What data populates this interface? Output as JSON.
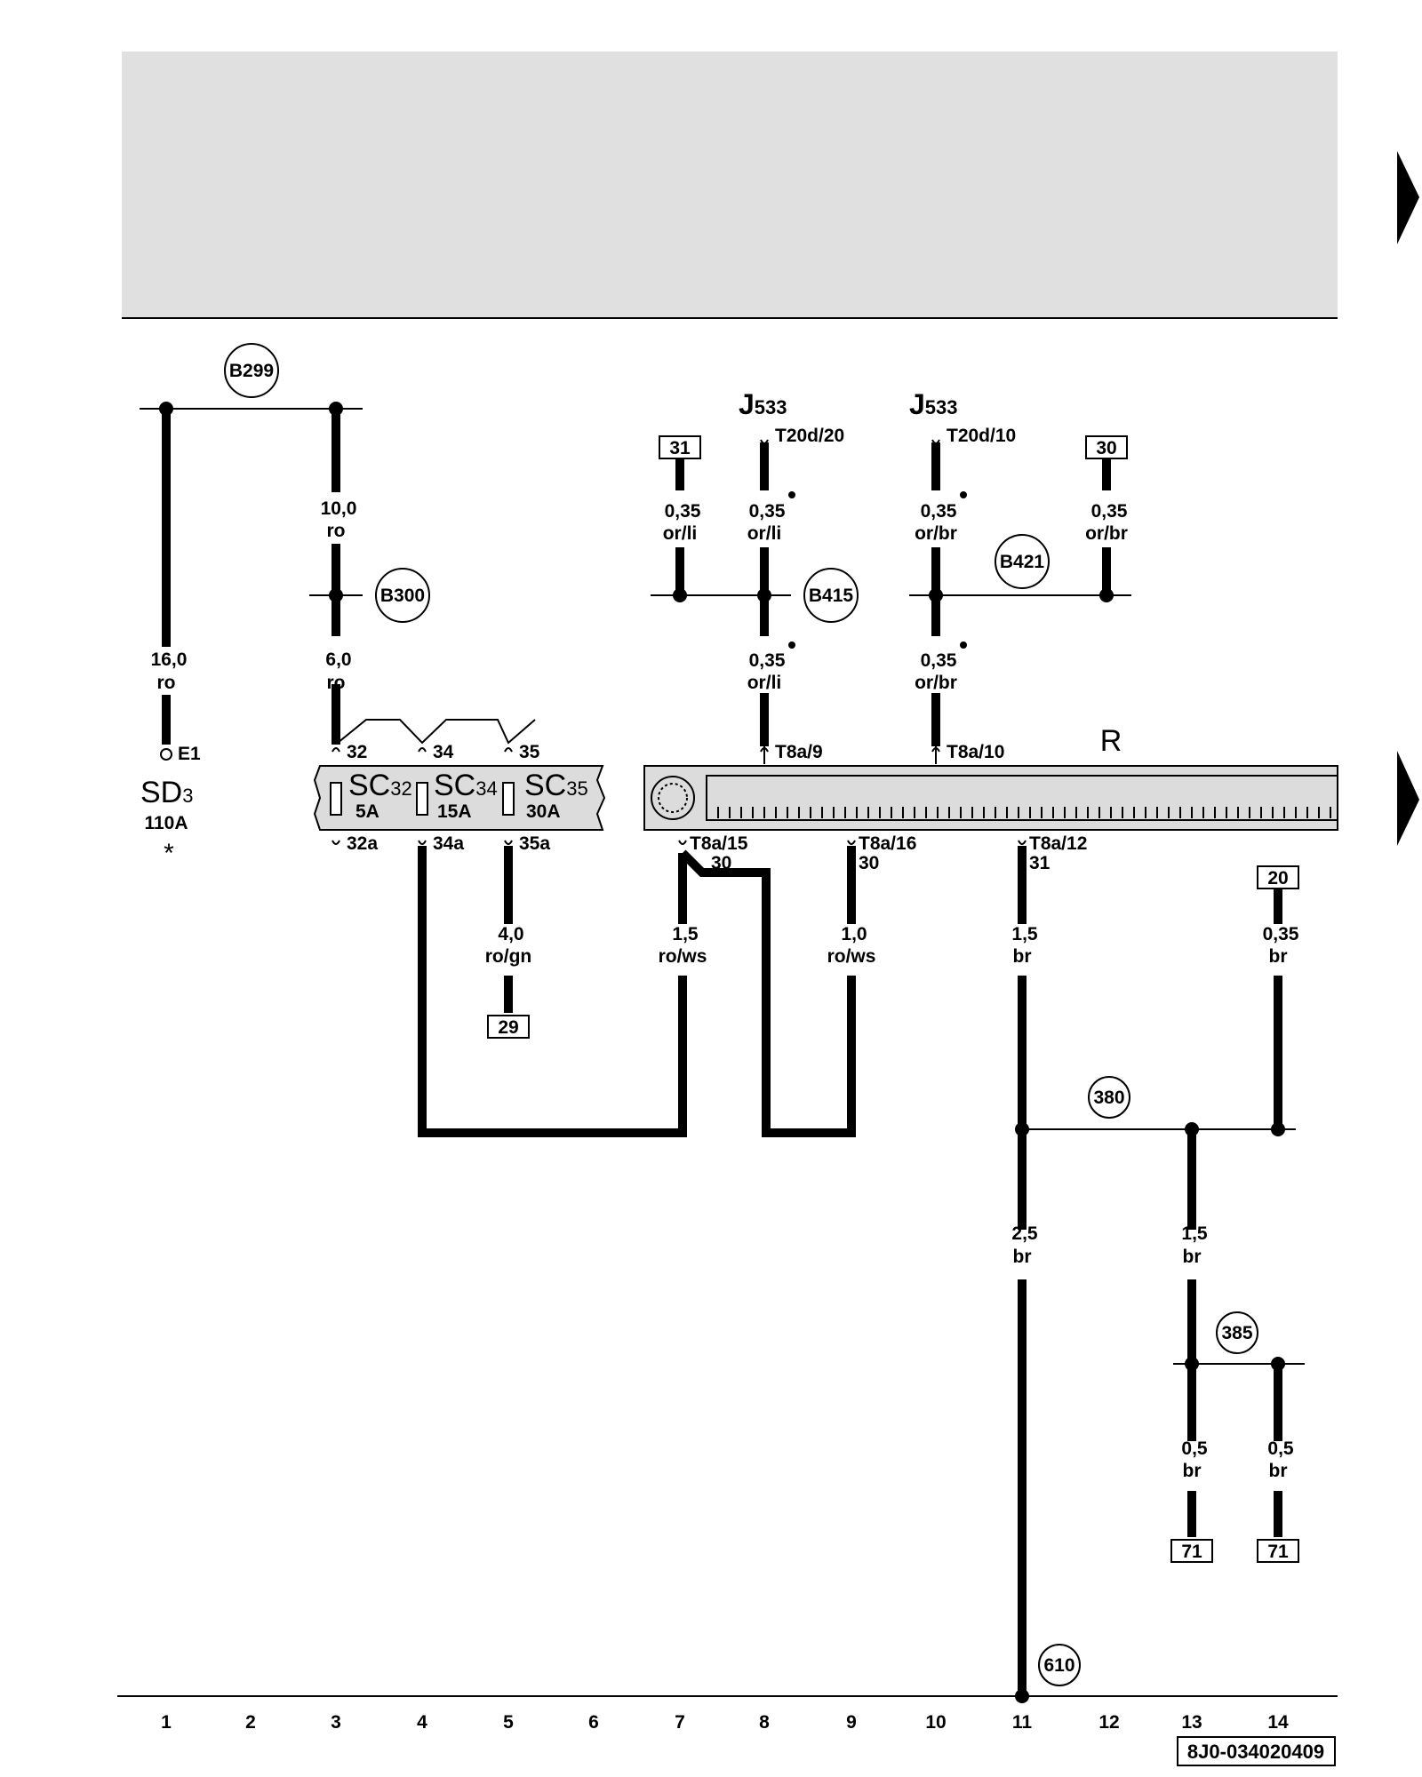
{
  "page": {
    "header_band_color": "#e0e0e0",
    "component_fill": "#dcdcdc",
    "wire_color": "#000000",
    "diagram_code": "8J0-034020409"
  },
  "column_numbers": [
    "1",
    "2",
    "3",
    "4",
    "5",
    "6",
    "7",
    "8",
    "9",
    "10",
    "11",
    "12",
    "13",
    "14"
  ],
  "battery": {
    "name": "SD",
    "subscript": "3",
    "rating": "110A",
    "note": "*",
    "terminal": "E1"
  },
  "fuses": [
    {
      "name": "SC",
      "subscript": "32",
      "rating": "5A",
      "pin_in": "32",
      "pin_out": "32a"
    },
    {
      "name": "SC",
      "subscript": "34",
      "rating": "15A",
      "pin_in": "34",
      "pin_out": "34a"
    },
    {
      "name": "SC",
      "subscript": "35",
      "rating": "30A",
      "pin_in": "35",
      "pin_out": "35a"
    }
  ],
  "radio": {
    "label": "R",
    "top_pins": [
      "T8a/9",
      "T8a/10"
    ],
    "bottom_pins": [
      {
        "pin": "T8a/15",
        "terminal": "30"
      },
      {
        "pin": "T8a/16",
        "terminal": "30"
      },
      {
        "pin": "T8a/12",
        "terminal": "31"
      }
    ]
  },
  "gateway": {
    "name": "J",
    "subscript": "533",
    "connectors": [
      "T20d/20",
      "T20d/10"
    ]
  },
  "connections": [
    "B299",
    "B300",
    "B415",
    "B421",
    "380",
    "385",
    "610"
  ],
  "wires": [
    {
      "size": "16,0",
      "color": "ro"
    },
    {
      "size": "10,0",
      "color": "ro"
    },
    {
      "size": "6,0",
      "color": "ro"
    },
    {
      "size": "0,35",
      "color": "or/li"
    },
    {
      "size": "0,35",
      "color": "or/li"
    },
    {
      "size": "0,35",
      "color": "or/li"
    },
    {
      "size": "0,35",
      "color": "or/br"
    },
    {
      "size": "0,35",
      "color": "or/br"
    },
    {
      "size": "0,35",
      "color": "or/br"
    },
    {
      "size": "4,0",
      "color": "ro/gn"
    },
    {
      "size": "1,5",
      "color": "ro/ws"
    },
    {
      "size": "1,0",
      "color": "ro/ws"
    },
    {
      "size": "1,5",
      "color": "br"
    },
    {
      "size": "0,35",
      "color": "br"
    },
    {
      "size": "2,5",
      "color": "br"
    },
    {
      "size": "1,5",
      "color": "br"
    },
    {
      "size": "0,5",
      "color": "br"
    },
    {
      "size": "0,5",
      "color": "br"
    }
  ],
  "references": [
    "31",
    "30",
    "29",
    "20",
    "71",
    "71"
  ]
}
